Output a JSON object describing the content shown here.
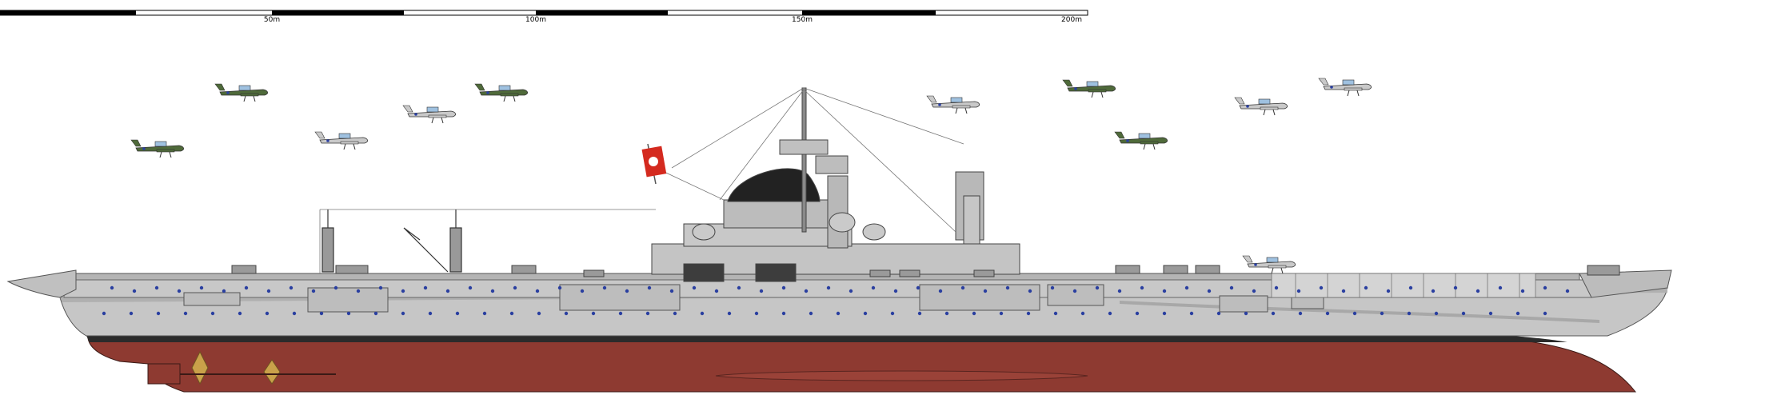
{
  "scale_bar": {
    "labels": [
      "50m",
      "100m",
      "150m",
      "200m"
    ]
  },
  "colors": {
    "hull_red": "#8e3a31",
    "hull_grey": "#c6c6c6",
    "deck_grey": "#b4b4b4",
    "boot_top": "#2b2b2b",
    "stack_cap": "#222222",
    "flag_red": "#d42a1f",
    "porthole_blue": "#2a3fa0",
    "plane_green": "#4f6a3a",
    "plane_grey": "#c9c9c9"
  },
  "aircraft": {
    "dive_bombers": 6,
    "fighters": 5
  }
}
